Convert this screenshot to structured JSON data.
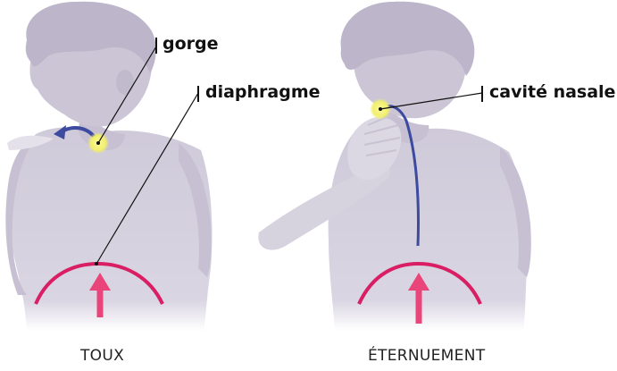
{
  "labels": {
    "gorge": "gorge",
    "diaphragme": "diaphragme",
    "cavite_nasale": "cavité nasale"
  },
  "captions": {
    "left": "TOUX",
    "right": "ÉTERNUEMENT"
  },
  "colors": {
    "figure": "#cfcad9",
    "figure_dark": "#b8b1c7",
    "hair": "#c2bccd",
    "highlight": "#f3f07a",
    "airflow": "#3c4aa0",
    "diaphragm": "#d91e63",
    "arrow": "#e9457a"
  }
}
